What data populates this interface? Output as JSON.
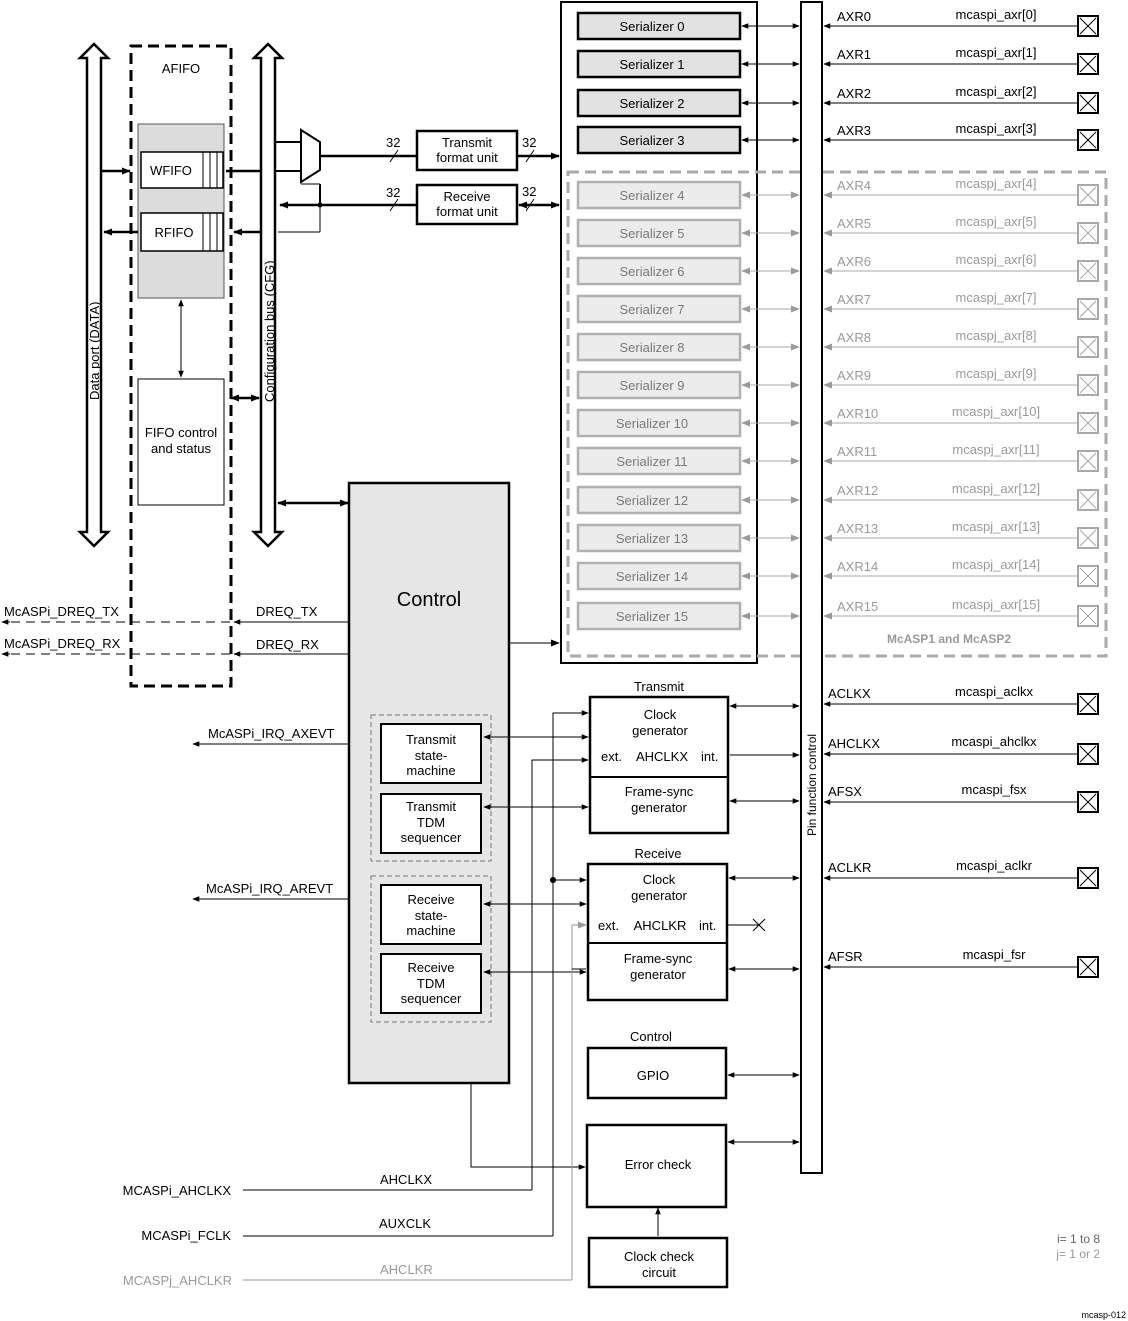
{
  "afifo": {
    "title": "AFIFO",
    "wfifo": "WFIFO",
    "rfifo": "RFIFO",
    "fifo_control_line1": "FIFO control",
    "fifo_control_line2": "and status"
  },
  "buses": {
    "data_port": "Data port (DATA)",
    "config_bus": "Configuration bus (CFG)",
    "width": "32"
  },
  "format_units": {
    "transmit_line1": "Transmit",
    "transmit_line2": "format unit",
    "receive_line1": "Receive",
    "receive_line2": "format unit"
  },
  "serializers": [
    {
      "label": "Serializer 0",
      "axr": "AXR0",
      "pin": "mcaspi_axr[0]"
    },
    {
      "label": "Serializer 1",
      "axr": "AXR1",
      "pin": "mcaspi_axr[1]"
    },
    {
      "label": "Serializer 2",
      "axr": "AXR2",
      "pin": "mcaspi_axr[2]"
    },
    {
      "label": "Serializer 3",
      "axr": "AXR3",
      "pin": "mcaspi_axr[3]"
    },
    {
      "label": "Serializer 4",
      "axr": "AXR4",
      "pin": "mcaspj_axr[4]"
    },
    {
      "label": "Serializer 5",
      "axr": "AXR5",
      "pin": "mcaspj_axr[5]"
    },
    {
      "label": "Serializer 6",
      "axr": "AXR6",
      "pin": "mcaspj_axr[6]"
    },
    {
      "label": "Serializer 7",
      "axr": "AXR7",
      "pin": "mcaspj_axr[7]"
    },
    {
      "label": "Serializer 8",
      "axr": "AXR8",
      "pin": "mcaspj_axr[8]"
    },
    {
      "label": "Serializer 9",
      "axr": "AXR9",
      "pin": "mcaspj_axr[9]"
    },
    {
      "label": "Serializer 10",
      "axr": "AXR10",
      "pin": "mcaspj_axr[10]"
    },
    {
      "label": "Serializer 11",
      "axr": "AXR11",
      "pin": "mcaspj_axr[11]"
    },
    {
      "label": "Serializer 12",
      "axr": "AXR12",
      "pin": "mcaspj_axr[12]"
    },
    {
      "label": "Serializer 13",
      "axr": "AXR13",
      "pin": "mcaspj_axr[13]"
    },
    {
      "label": "Serializer 14",
      "axr": "AXR14",
      "pin": "mcaspj_axr[14]"
    },
    {
      "label": "Serializer 15",
      "axr": "AXR15",
      "pin": "mcaspj_axr[15]"
    }
  ],
  "mcasp12_label": "McASP1 and McASP2",
  "pin_function_control": "Pin function control",
  "control": {
    "title": "Control",
    "dreq_tx": "DREQ_TX",
    "dreq_rx": "DREQ_RX",
    "ext_dreq_tx": "McASPi_DREQ_TX",
    "ext_dreq_rx": "McASPi_DREQ_RX",
    "irq_axevt": "McASPi_IRQ_AXEVT",
    "irq_arevt": "McASPi_IRQ_AREVT",
    "tx_sm": [
      "Transmit",
      "state-",
      "machine"
    ],
    "tx_tdm": [
      "Transmit",
      "TDM",
      "sequencer"
    ],
    "rx_sm": [
      "Receive",
      "state-",
      "machine"
    ],
    "rx_tdm": [
      "Receive",
      "TDM",
      "sequencer"
    ]
  },
  "transmit": {
    "title": "Transmit",
    "clock_gen": [
      "Clock",
      "generator"
    ],
    "ext": "ext.",
    "ahclk": "AHCLKX",
    "int": "int.",
    "fsync": [
      "Frame-sync",
      "generator"
    ]
  },
  "receive": {
    "title": "Receive",
    "clock_gen": [
      "Clock",
      "generator"
    ],
    "ext": "ext.",
    "ahclk": "AHCLKR",
    "int": "int.",
    "fsync": [
      "Frame-sync",
      "generator"
    ]
  },
  "gpio": {
    "title": "Control",
    "label": "GPIO"
  },
  "error_check": "Error check",
  "clock_check": [
    "Clock check",
    "circuit"
  ],
  "pins": [
    {
      "sig": "ACLKX",
      "pin": "mcaspi_aclkx"
    },
    {
      "sig": "AHCLKX",
      "pin": "mcaspi_ahclkx"
    },
    {
      "sig": "AFSX",
      "pin": "mcaspi_fsx"
    },
    {
      "sig": "ACLKR",
      "pin": "mcaspi_aclkr"
    },
    {
      "sig": "AFSR",
      "pin": "mcaspi_fsr"
    }
  ],
  "inputs": [
    {
      "ext": "MCASPi_AHCLKX",
      "sig": "AHCLKX",
      "color": "#000000"
    },
    {
      "ext": "MCASPi_FCLK",
      "sig": "AUXCLK",
      "color": "#000000"
    },
    {
      "ext": "MCASPj_AHCLKR",
      "sig": "AHCLKR",
      "color": "#9a9a9a"
    }
  ],
  "notes": {
    "i": "i= 1 to 8",
    "j": "j= 1 or 2"
  },
  "fig_id": "mcasp-012"
}
